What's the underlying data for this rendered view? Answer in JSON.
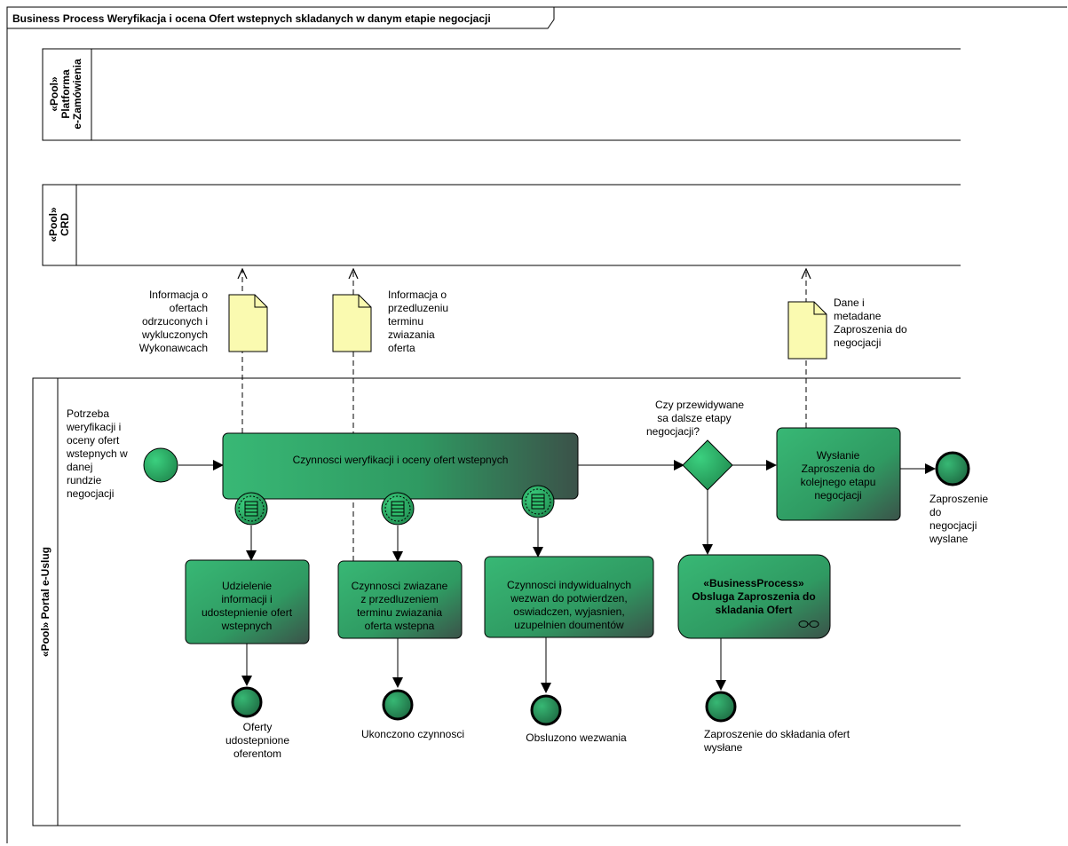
{
  "frame": {
    "title": "Business Process Weryfikacja i ocena Ofert wstepnych skladanych w danym etapie negocjacji"
  },
  "pools": {
    "platforma": [
      "«Pool»",
      "Platforma",
      "e-Zamówienia"
    ],
    "crd": [
      "«Pool»",
      "CRD"
    ],
    "portal": "«Pool» Portal e-Uslug"
  },
  "data_objects": {
    "info_odrzuconych": [
      "Informacja o",
      "ofertach",
      "odrzuconych i",
      "wykluczonych",
      "Wykonawcach"
    ],
    "info_przedluzeniu": [
      "Informacja o",
      "przedluzeniu",
      "terminu",
      "zwiazania",
      "oferta"
    ],
    "dane_metadane": [
      "Dane i",
      "metadane",
      "Zaproszenia do",
      "negocjacji"
    ]
  },
  "start_event": [
    "Potrzeba",
    "weryfikacji i",
    "oceny ofert",
    "wstepnych w",
    "danej",
    "rundzie",
    "negocjacji"
  ],
  "main_task": "Czynnosci weryfikacji i oceny ofert wstepnych",
  "gateway": [
    "Czy przewidywane",
    "sa dalsze etapy",
    "negocjacji?"
  ],
  "send_task": [
    "Wysłanie",
    "Zaproszenia do",
    "kolejnego etapu",
    "negocjacji"
  ],
  "end_invitation": [
    "Zaproszenie",
    "do",
    "negocjacji",
    "wyslane"
  ],
  "subtasks": {
    "udzielenie": [
      "Udzielenie",
      "informacji i",
      "udostepnienie ofert",
      "wstepnych"
    ],
    "przedluzenie": [
      "Czynnosci zwiazane",
      "z przedluzeniem",
      "terminu zwiazania",
      "oferta wstepna"
    ],
    "indywidualne": [
      "Czynnosci indywidualnych",
      "wezwan do potwierdzen,",
      "oswiadczen, wyjasnien,",
      "uzupelnien doumentów"
    ]
  },
  "business_process": [
    "«BusinessProcess»",
    "Obsluga Zaproszenia do",
    "skladania Ofert"
  ],
  "end_events": {
    "oferty": [
      "Oferty",
      "udostepnione",
      "oferentom"
    ],
    "ukonczono": "Ukonczono czynnosci",
    "obsluzono": "Obsluzono wezwania",
    "zaproszenie_skladania": [
      "Zaproszenie do składania ofert",
      "wysłane"
    ]
  },
  "colors": {
    "task_green_light": "#3cb878",
    "task_green_dark": "#3a5a4a",
    "event_green": "#2ebd6b",
    "document_yellow": "#fafab0",
    "stroke": "#000000"
  }
}
